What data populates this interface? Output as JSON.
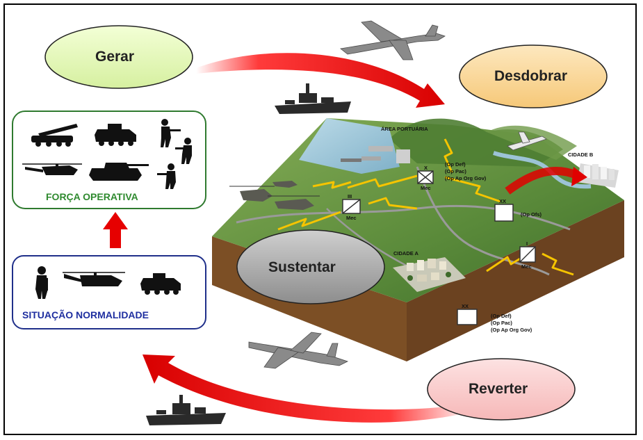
{
  "stages": {
    "generate": "Gerar",
    "deploy": "Desdobrar",
    "sustain": "Sustentar",
    "revert": "Reverter"
  },
  "boxes": {
    "operational_force": "FORÇA OPERATIVA",
    "normal_situation": "SITUAÇÃO  NORMALIDADE"
  },
  "map": {
    "port_area": "ÁREA PORTUÁRIA",
    "city_a": "CIDADE A",
    "city_b": "CIDADE B",
    "unit_brigade": "X",
    "unit_regiment": "III",
    "unit_division_1": "XX",
    "unit_battalion": "I",
    "unit_division_2": "XX",
    "mec_1": "Mec",
    "mec_2": "Mec",
    "mec_3": "Mec",
    "op_def_1": "(Op Def)",
    "op_pac_1": "(Op Pac)",
    "op_ap_1": "(Op Ap Org Gov)",
    "op_ofs": "(Op Ofs)",
    "op_def_2": "(Op Def)",
    "op_pac_2": "(Op Pac)",
    "op_ap_2": "(Op Ap Org Gov)"
  },
  "colors": {
    "generate": "#e4f6b8",
    "deploy": "#fbd99a",
    "sustain": "#a7a7a7",
    "revert": "#fbd0d0",
    "arrow": "#e60000",
    "op_force_border": "#2f7a2f",
    "op_force_text": "#2f8a2f",
    "normal_border": "#1f2f8a",
    "normal_text": "#1f2fa0",
    "terrain": "#5f8e3e",
    "soil": "#8a5a2c"
  }
}
